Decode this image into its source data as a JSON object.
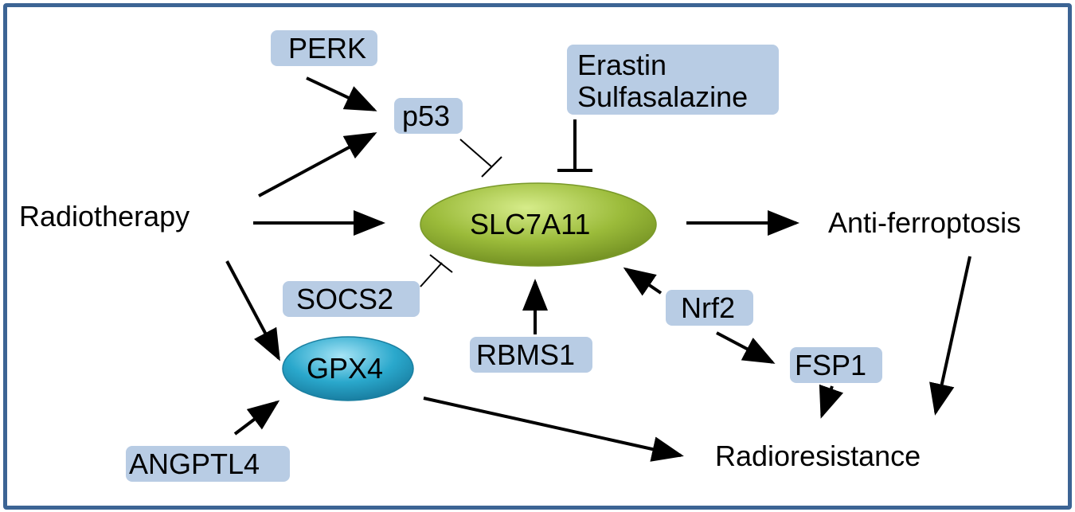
{
  "nodes": {
    "perk": "PERK",
    "p53": "p53",
    "erastin": "Erastin",
    "sulfasalazine": "Sulfasalazine",
    "radiotherapy": "Radiotherapy",
    "slc7a11": "SLC7A11",
    "anti_ferroptosis": "Anti-ferroptosis",
    "socs2": "SOCS2",
    "nrf2": "Nrf2",
    "rbms1": "RBMS1",
    "fsp1": "FSP1",
    "gpx4": "GPX4",
    "angptl4": "ANGPTL4",
    "radioresistance": "Radioresistance"
  },
  "colors": {
    "border": "#3c6494",
    "label_box": "#b8cce4",
    "slc7a11_fill": "#9bbb3a",
    "gpx4_fill": "#2aa8cc"
  }
}
